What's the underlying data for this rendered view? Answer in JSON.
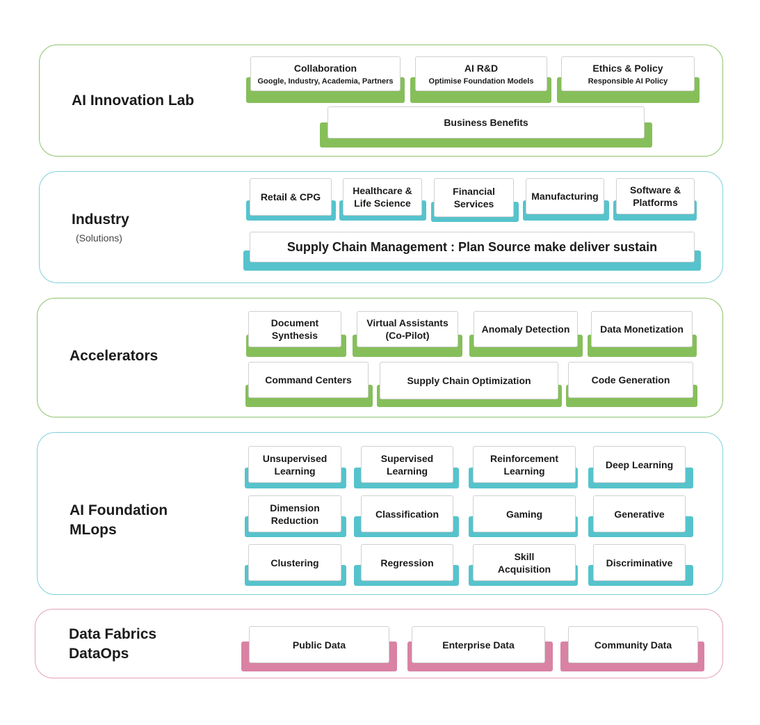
{
  "colors": {
    "green": "#86bf5a",
    "teal": "#56c3cc",
    "pink": "#d982a4",
    "green_border": "#8cc46a",
    "teal_border": "#7fd0da",
    "pink_border": "#e3a1bb"
  },
  "layers": {
    "innovation": {
      "title": "AI Innovation Lab",
      "boxes": [
        {
          "title": "Collaboration",
          "sub": "Google, Industry, Academia, Partners"
        },
        {
          "title": "AI R&D",
          "sub": "Optimise Foundation Models"
        },
        {
          "title": "Ethics & Policy",
          "sub": "Responsible AI Policy"
        },
        {
          "title": "Business Benefits"
        }
      ]
    },
    "industry": {
      "title": "Industry",
      "subtitle": "(Solutions)",
      "boxes": [
        {
          "line1": "Retail & CPG"
        },
        {
          "line1": "Healthcare &",
          "line2": "Life Science"
        },
        {
          "line1": "Financial",
          "line2": "Services"
        },
        {
          "line1": "Manufacturing"
        },
        {
          "line1": "Software &",
          "line2": "Platforms"
        },
        {
          "line1": "Supply Chain Management : Plan Source make deliver sustain"
        }
      ]
    },
    "accelerators": {
      "title": "Accelerators",
      "boxes": [
        {
          "line1": "Document",
          "line2": "Synthesis"
        },
        {
          "line1": "Virtual Assistants",
          "line2": "(Co-Pilot)"
        },
        {
          "line1": "Anomaly Detection"
        },
        {
          "line1": "Data Monetization"
        },
        {
          "line1": "Command Centers"
        },
        {
          "line1": "Supply Chain Optimization"
        },
        {
          "line1": "Code Generation"
        }
      ]
    },
    "foundation": {
      "title_line1": "AI Foundation",
      "title_line2": "MLops",
      "boxes": [
        {
          "line1": "Unsupervised",
          "line2": "Learning"
        },
        {
          "line1": "Supervised",
          "line2": "Learning"
        },
        {
          "line1": "Reinforcement",
          "line2": "Learning"
        },
        {
          "line1": "Deep Learning"
        },
        {
          "line1": "Dimension",
          "line2": "Reduction"
        },
        {
          "line1": "Classification"
        },
        {
          "line1": "Gaming"
        },
        {
          "line1": "Generative"
        },
        {
          "line1": "Clustering"
        },
        {
          "line1": "Regression"
        },
        {
          "line1": "Skill",
          "line2": "Acquisition"
        },
        {
          "line1": "Discriminative"
        }
      ]
    },
    "data": {
      "title_line1": "Data Fabrics",
      "title_line2": "DataOps",
      "boxes": [
        {
          "line1": "Public Data"
        },
        {
          "line1": "Enterprise Data"
        },
        {
          "line1": "Community Data"
        }
      ]
    }
  }
}
